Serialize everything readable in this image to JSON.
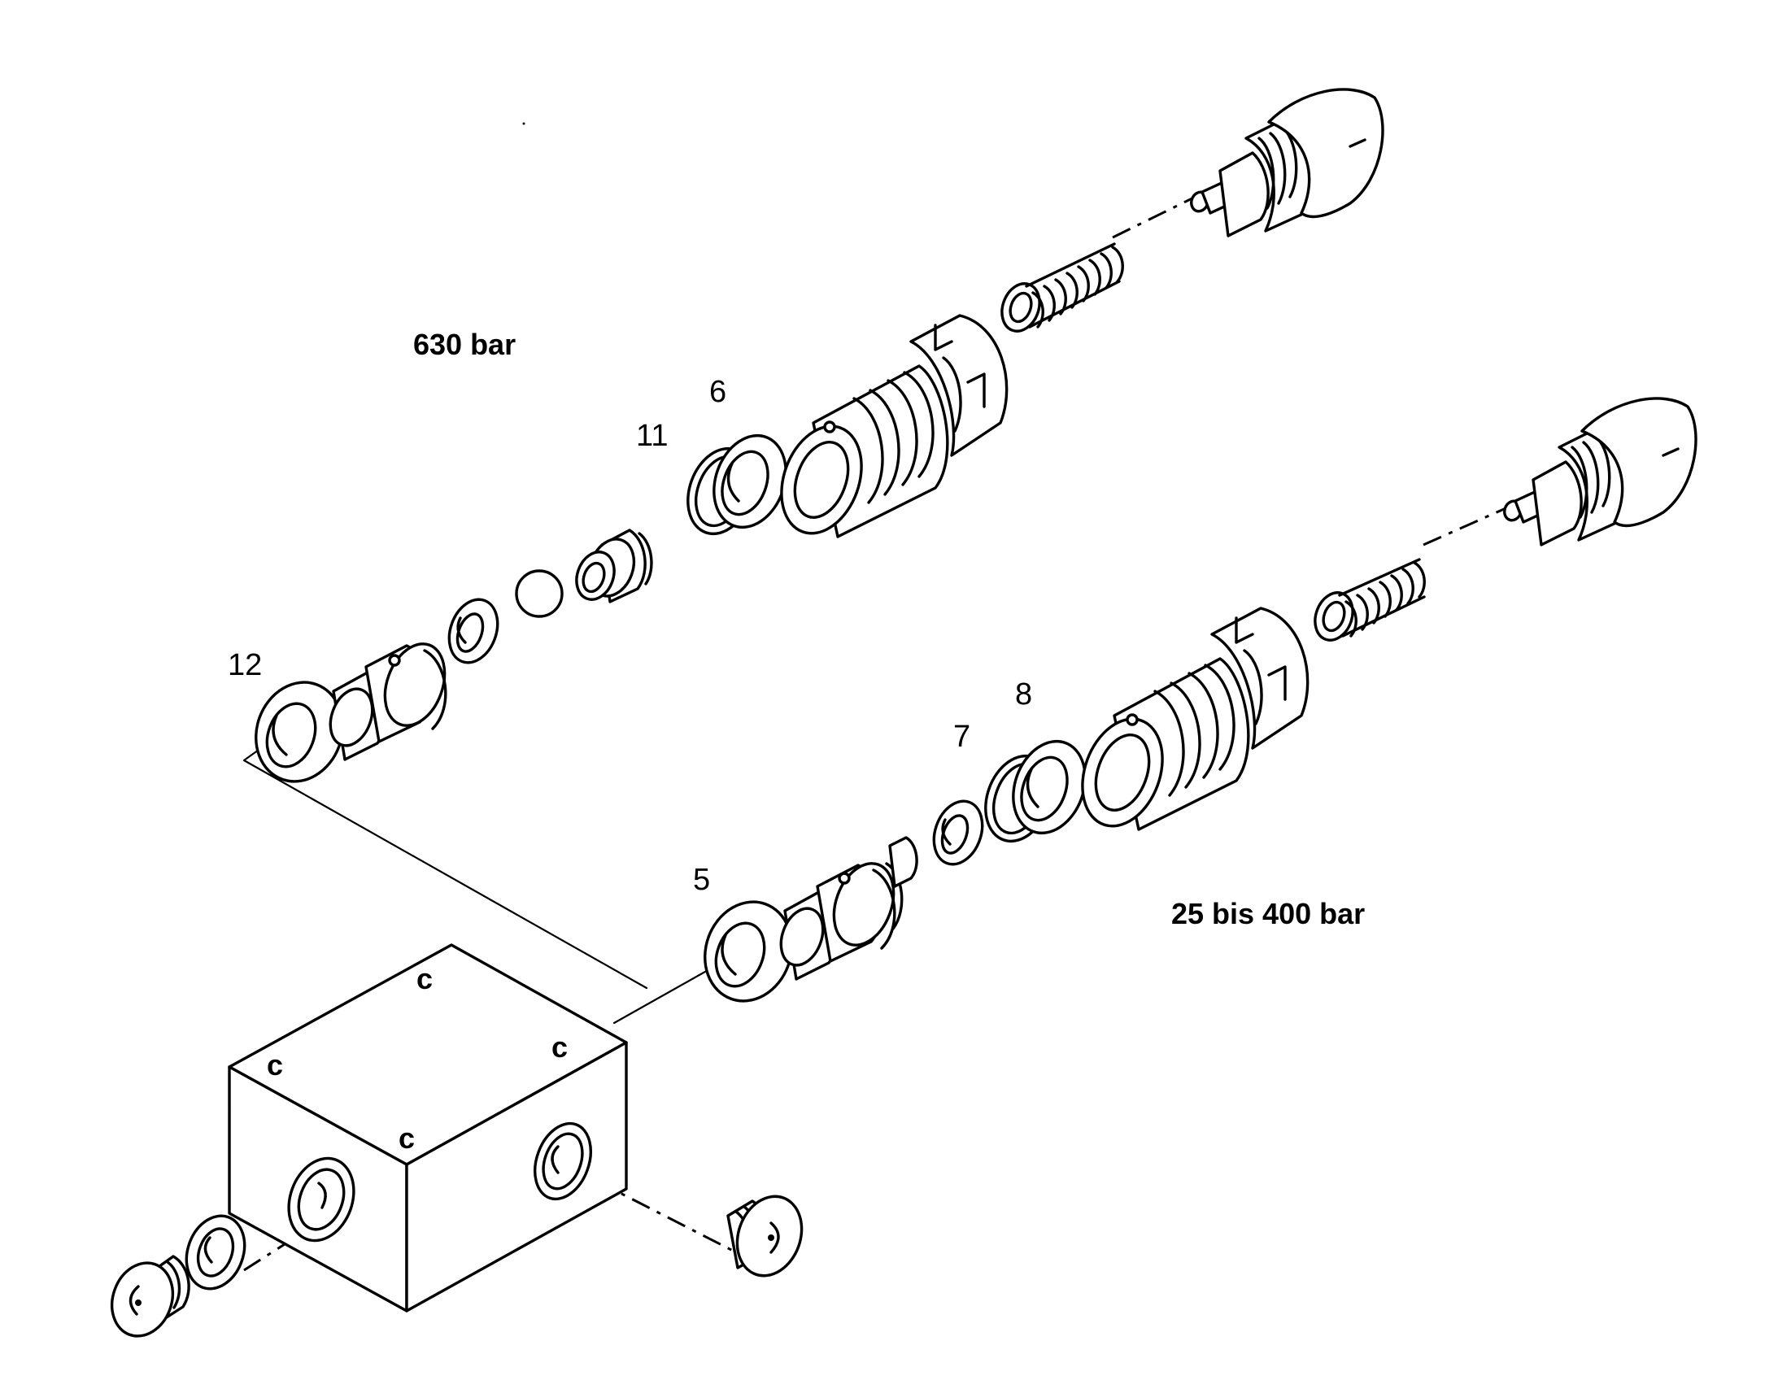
{
  "pressure_labels": {
    "upper": "630 bar",
    "lower": "25 bis 400 bar"
  },
  "callouts": {
    "c5": "5",
    "c6": "6",
    "c7": "7",
    "c8": "8",
    "c11": "11",
    "c12": "12"
  },
  "colors": {
    "line": "#000000",
    "background": "#ffffff"
  }
}
